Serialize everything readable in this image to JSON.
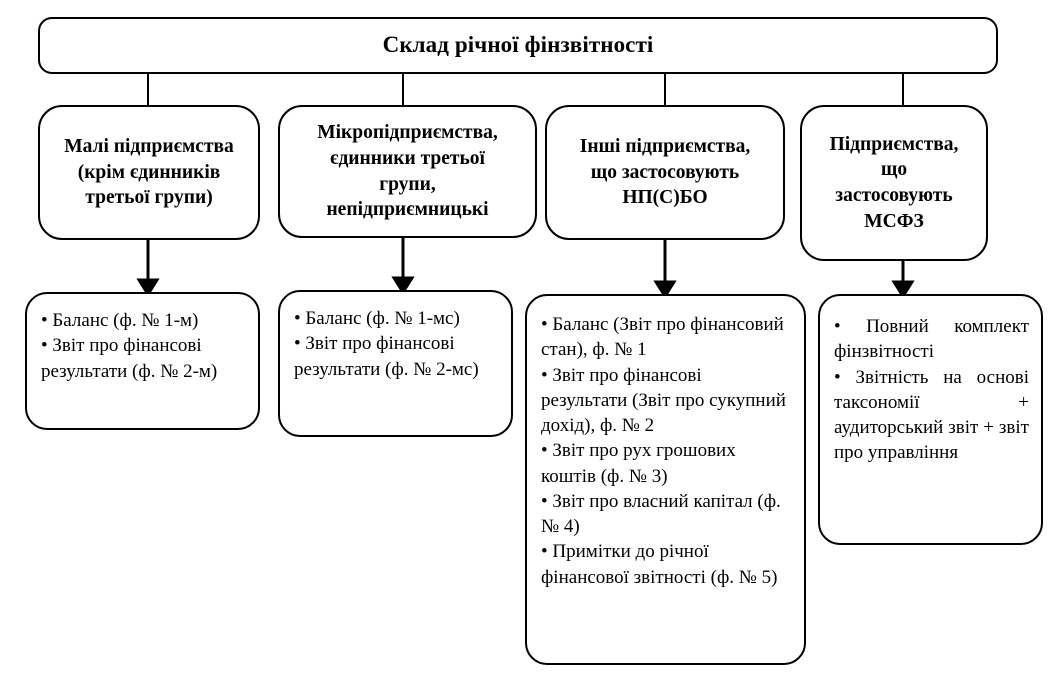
{
  "diagram": {
    "title": "Склад річної фінзвітності",
    "categories": [
      {
        "name": "small-enterprises",
        "label": "Малі підприємства\n(крім єдинників\nтретьої групи)"
      },
      {
        "name": "micro-enterprises",
        "label": "Мікропідприємства,\nєдинники третьої\nгрупи,\nнепідприємницькі"
      },
      {
        "name": "other-enterprises-npsbo",
        "label": "Інші підприємства,\nщо застосовують\nНП(С)БО"
      },
      {
        "name": "enterprises-msfz",
        "label": "Підприємства,\nщо\nзастосовують\nМСФЗ"
      }
    ],
    "results": [
      {
        "name": "reports-small",
        "items": [
          "• Баланс (ф. № 1-м)",
          "• Звіт про фінансові результати (ф. № 2-м)"
        ]
      },
      {
        "name": "reports-micro",
        "items": [
          "• Баланс (ф. № 1-мс)",
          "• Звіт про фінансові результати (ф. № 2-мс)"
        ]
      },
      {
        "name": "reports-npsbo",
        "items": [
          "• Баланс (Звіт про фінансовий стан), ф. № 1",
          "• Звіт про фінансові результати (Звіт про сукупний дохід), ф. № 2",
          "• Звіт про рух грошових коштів (ф. № 3)",
          "• Звіт про власний капітал (ф. № 4)",
          "• Примітки до річної фінансової звітності (ф. № 5)"
        ]
      },
      {
        "name": "reports-msfz",
        "items": [
          "•  Повний  комплект фінзвітності",
          "• Звітність на основі таксономії + аудиторський звіт + звіт про управління"
        ]
      }
    ],
    "colors": {
      "line": "#000000",
      "box_fill": "#ffffff",
      "text": "#000000"
    }
  }
}
